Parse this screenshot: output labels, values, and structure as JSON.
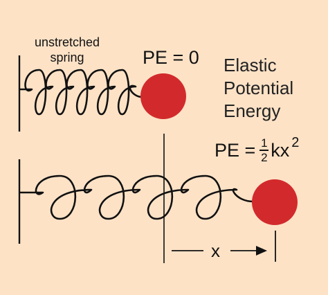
{
  "labels": {
    "unstretched_line1": "unstretched",
    "unstretched_line2": "spring",
    "pe_zero": "PE = 0",
    "title_line1": "Elastic",
    "title_line2": "Potential",
    "title_line3": "Energy",
    "formula_prefix": "PE =",
    "formula_num": "1",
    "formula_den": "2",
    "formula_var": "kx",
    "formula_exp": "2",
    "displacement": "x"
  },
  "colors": {
    "background": "#fde2c6",
    "mass": "#d22a2c",
    "line": "#111111"
  },
  "icons": {
    "mass": "red-ball",
    "spring": "coil-spring",
    "wall": "vertical-wall-line",
    "arrow": "right-arrow"
  }
}
